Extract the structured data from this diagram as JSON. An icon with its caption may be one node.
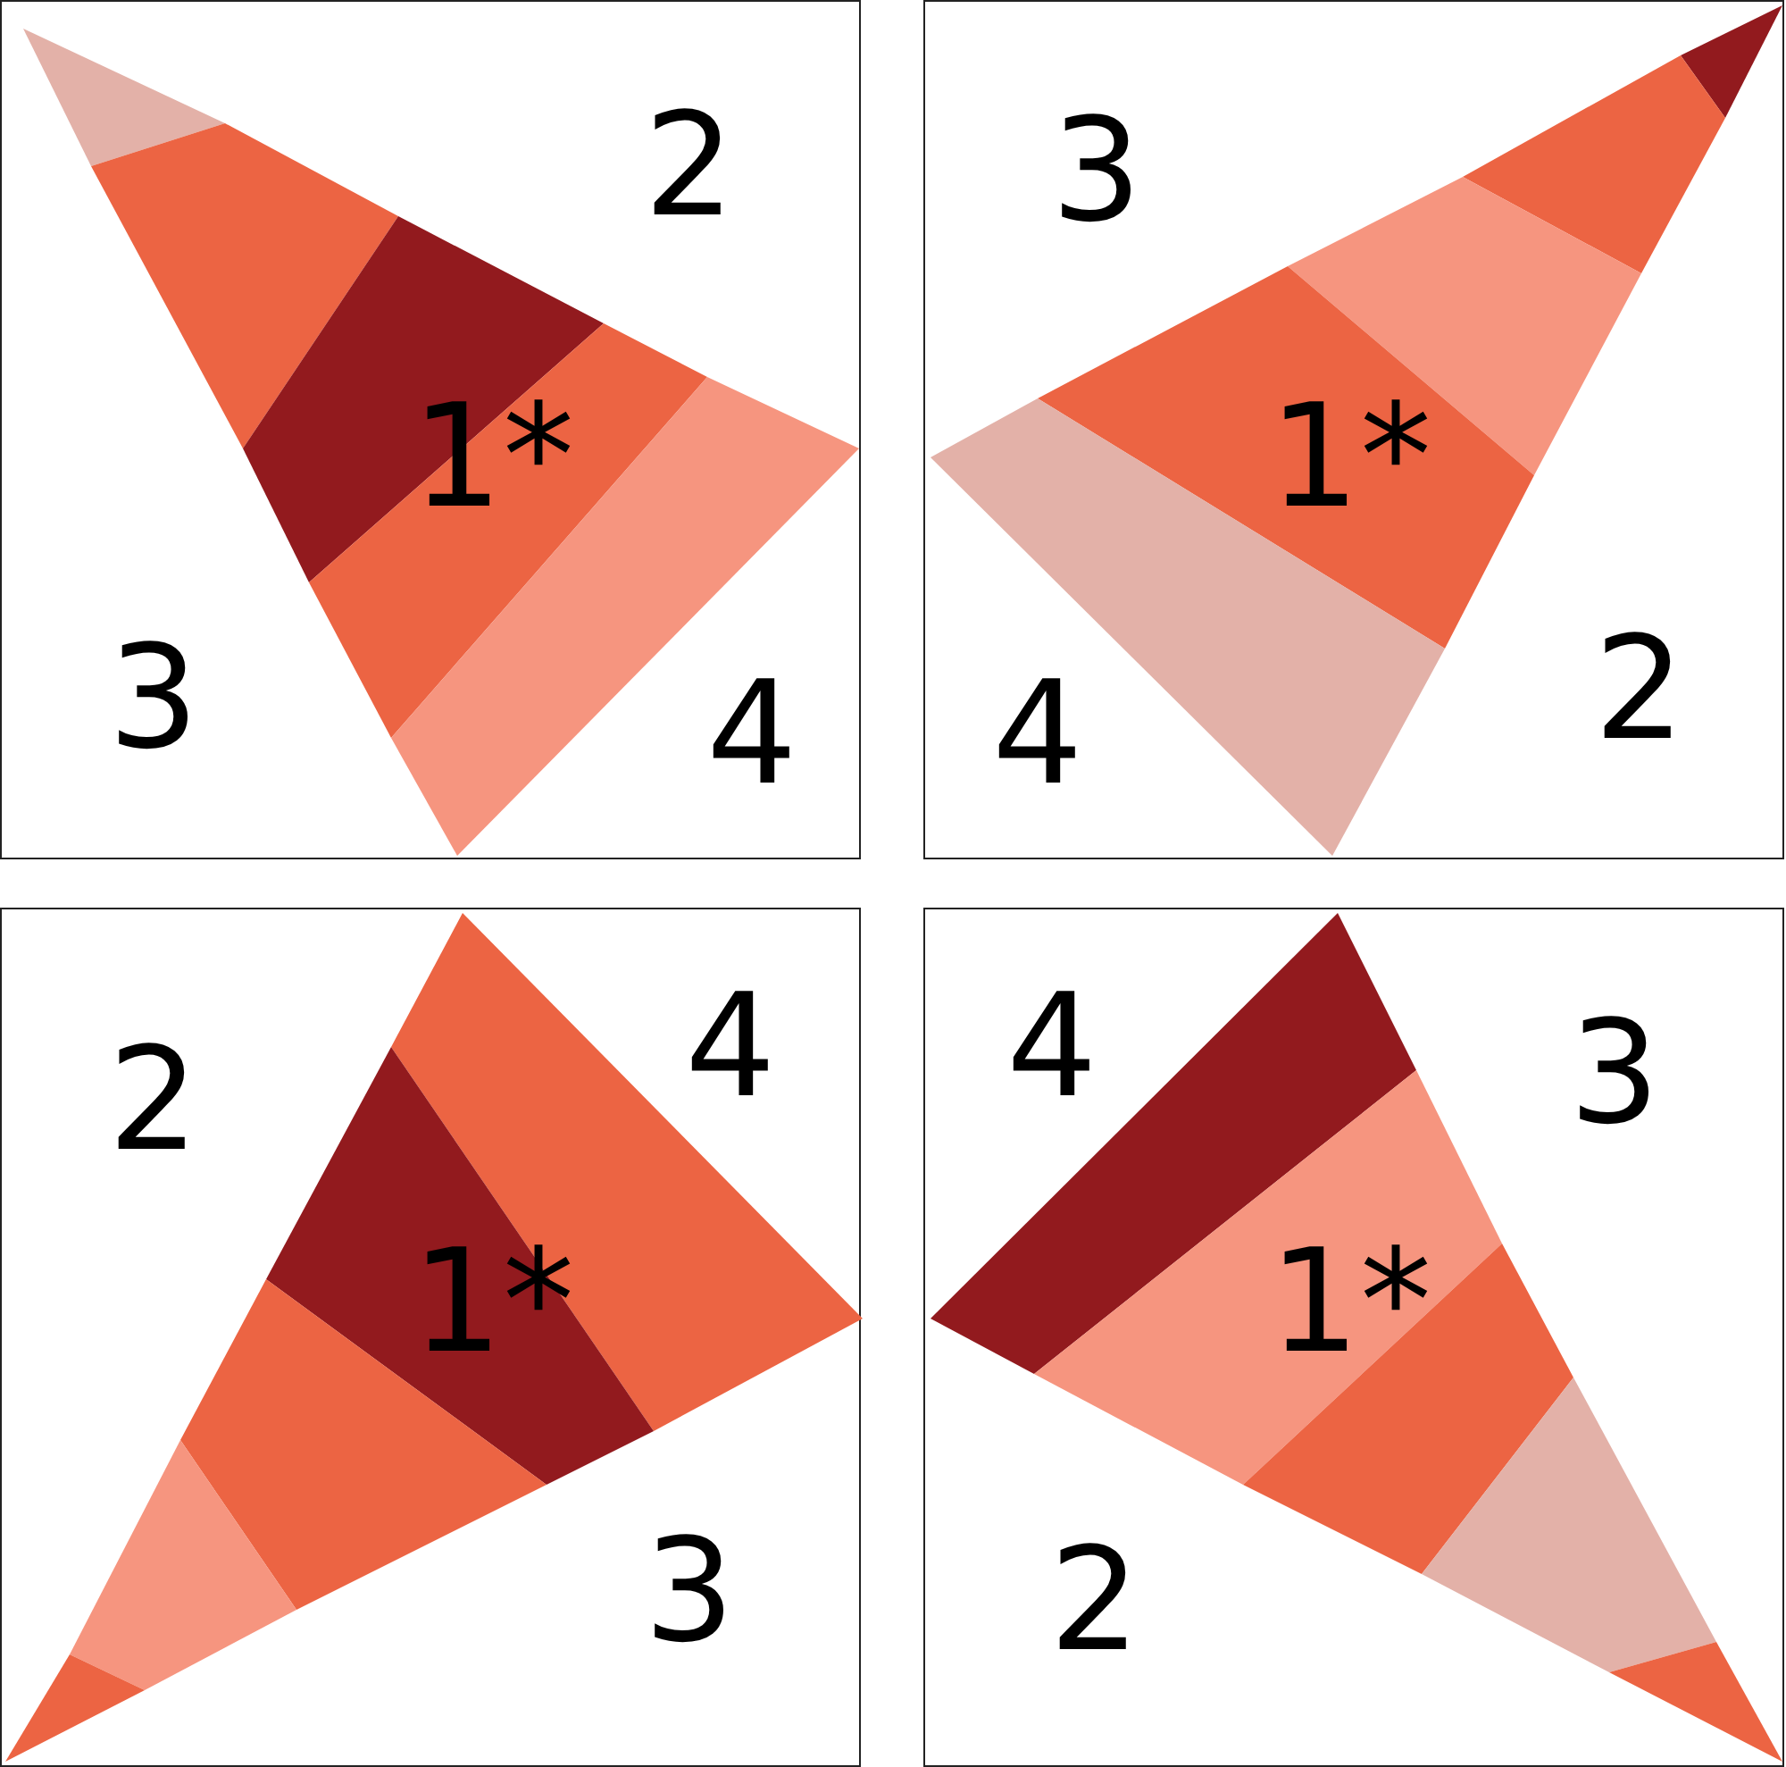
{
  "diagram": {
    "nodes": [
      {
        "text": [
          "2",
          "1*",
          "3",
          "4"
        ]
      },
      {
        "text": [
          "3",
          "1*",
          "2",
          "4"
        ]
      },
      {
        "text": [
          "4",
          "2",
          "1*",
          "3"
        ]
      },
      {
        "text": [
          "4",
          "3",
          "1*",
          "2"
        ]
      }
    ]
  }
}
